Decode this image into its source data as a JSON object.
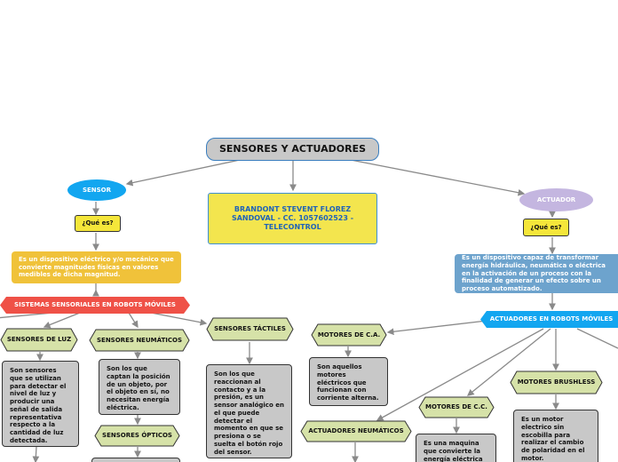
{
  "root": "SENSORES Y ACTUADORES",
  "author": "BRANDONT STEVENT FLOREZ SANDOVAL - CC. 1057602523 - TELECONTROL",
  "sensor": {
    "label": "SENSOR",
    "question": "¿Qué es?",
    "definition": "Es un dispositivo eléctrico y/o mecánico que convierte magnitudes físicas en valores medibles de dicha magnitud.",
    "systems": "SISTEMAS SENSORIALES EN ROBOTS MÓVILES",
    "luz": {
      "label": "SENSORES DE LUZ",
      "desc": "Son sensores que se utilizan para detectar el nivel de luz y producir una señal de salida representativa respecto a la cantidad de luz detectada."
    },
    "neumaticos": {
      "label": "SENSORES NEUMÁTICOS",
      "desc": "Son los que captan la posición de un objeto, por el objeto en sí, no necesitan energía eléctrica."
    },
    "opticos": {
      "label": "SENSORES ÓPTICOS"
    },
    "tactiles": {
      "label": "SENSORES TÁCTILES",
      "desc": "Son los que reaccionan al contacto y a la presión, es un sensor analógico en el que puede detectar el momento en que se presiona o se suelta el botón rojo del sensor."
    }
  },
  "actuador": {
    "label": "ACTUADOR",
    "question": "¿Qué es?",
    "definition": "Es un dispositivo capaz de transformar energía hidráulica, neumática o eléctrica en la activación de un proceso con la finalidad de generar un efecto sobre un proceso automatizado.",
    "robots": "ACTUADORES EN ROBOTS MÓVILES",
    "motores_ca": {
      "label": "MOTORES DE C.A.",
      "desc": "Son aquellos motores eléctricos que funcionan con corriente alterna."
    },
    "neumaticos": {
      "label": "ACTUADORES NEUMÁTICOS"
    },
    "motores_cc": {
      "label": "MOTORES DE C.C.",
      "desc": "Es una maquina que convierte la energía eléctrica"
    },
    "brushless": {
      "label": "MOTORES BRUSHLESS",
      "desc": "Es un motor electrico sin escobilla para realizar el cambio de polaridad en el motor."
    }
  },
  "colors": {
    "connector": "#8a8a8a",
    "root_fill": "#c8c8c8",
    "blue": "#12a6f0",
    "lavender": "#c4b6e0",
    "yellow": "#f5e63a",
    "orange": "#f0c23a",
    "steel": "#6da3cd",
    "red": "#ef5147",
    "olive": "#d6e2a8"
  }
}
